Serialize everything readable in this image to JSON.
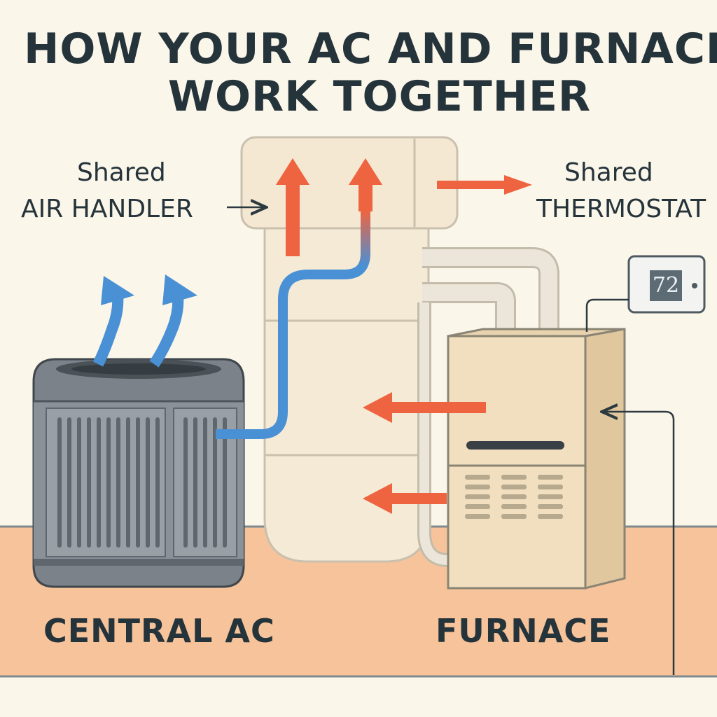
{
  "title": {
    "line1": "HOW YOUR AC AND FURNACE",
    "line2": "WORK TOGETHER"
  },
  "labels": {
    "air_handler_line1": "Shared",
    "air_handler_line2": "AIR HANDLER",
    "thermostat_line1": "Shared",
    "thermostat_line2": "THERMOSTAT",
    "central_ac": "CENTRAL AC",
    "furnace": "FURNACE"
  },
  "thermostat": {
    "reading": "72"
  },
  "colors": {
    "background": "#fbf6ea",
    "floor": "#f6c39a",
    "hot_air": "#ef6440",
    "cool_air": "#4a90d4",
    "ac_unit": "#7b8289",
    "furnace": "#f1dfbf",
    "air_handler": "#f5ead6",
    "outline": "#2c3a40"
  }
}
